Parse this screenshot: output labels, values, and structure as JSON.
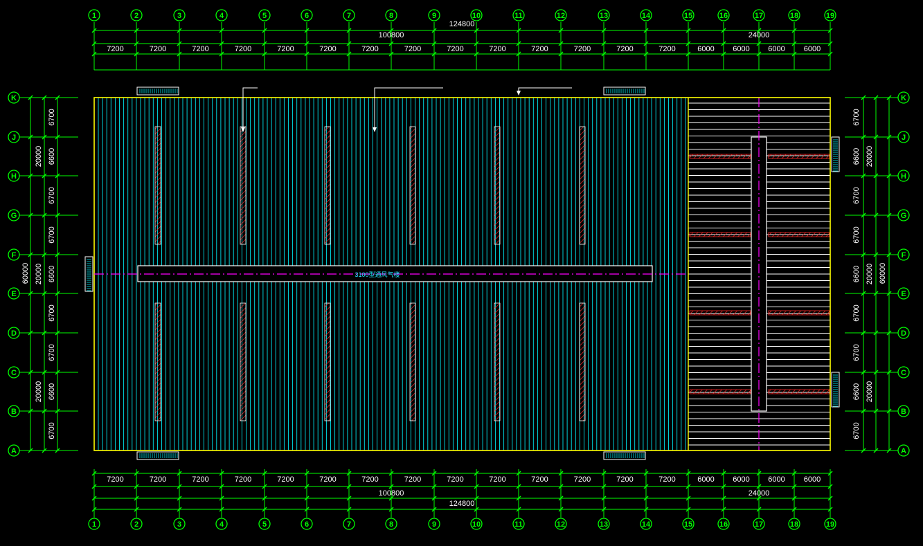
{
  "grid": {
    "columns": [
      "1",
      "2",
      "3",
      "4",
      "5",
      "6",
      "7",
      "8",
      "9",
      "10",
      "11",
      "12",
      "13",
      "14",
      "15",
      "16",
      "17",
      "18",
      "19"
    ],
    "rows": [
      "A",
      "B",
      "C",
      "D",
      "E",
      "F",
      "G",
      "H",
      "J",
      "K"
    ]
  },
  "dimensions": {
    "bays": [
      "7200",
      "7200",
      "7200",
      "7200",
      "7200",
      "7200",
      "7200",
      "7200",
      "7200",
      "7200",
      "7200",
      "7200",
      "7200",
      "7200",
      "6000",
      "6000",
      "6000",
      "6000"
    ],
    "subtotal_left": "100800",
    "subtotal_right": "24000",
    "overall_length": "124800",
    "row_bays": [
      "6700",
      "6600",
      "6700",
      "6700",
      "6600",
      "6700",
      "6700",
      "6600",
      "6700"
    ],
    "row_groups": [
      "20000",
      "20000",
      "20000"
    ],
    "overall_width": "60000"
  },
  "labels": {
    "ridge_vent": "3100型通风气楼"
  },
  "colors": {
    "background": "#000000",
    "grid_lines": "#00ff00",
    "roof_panels": "#00e5ee",
    "outline": "#ffff00",
    "skylights": "#ff2a2a",
    "center_lines": "#ff00ff",
    "annex_panels": "#ffffff",
    "text": "#ffffff"
  }
}
